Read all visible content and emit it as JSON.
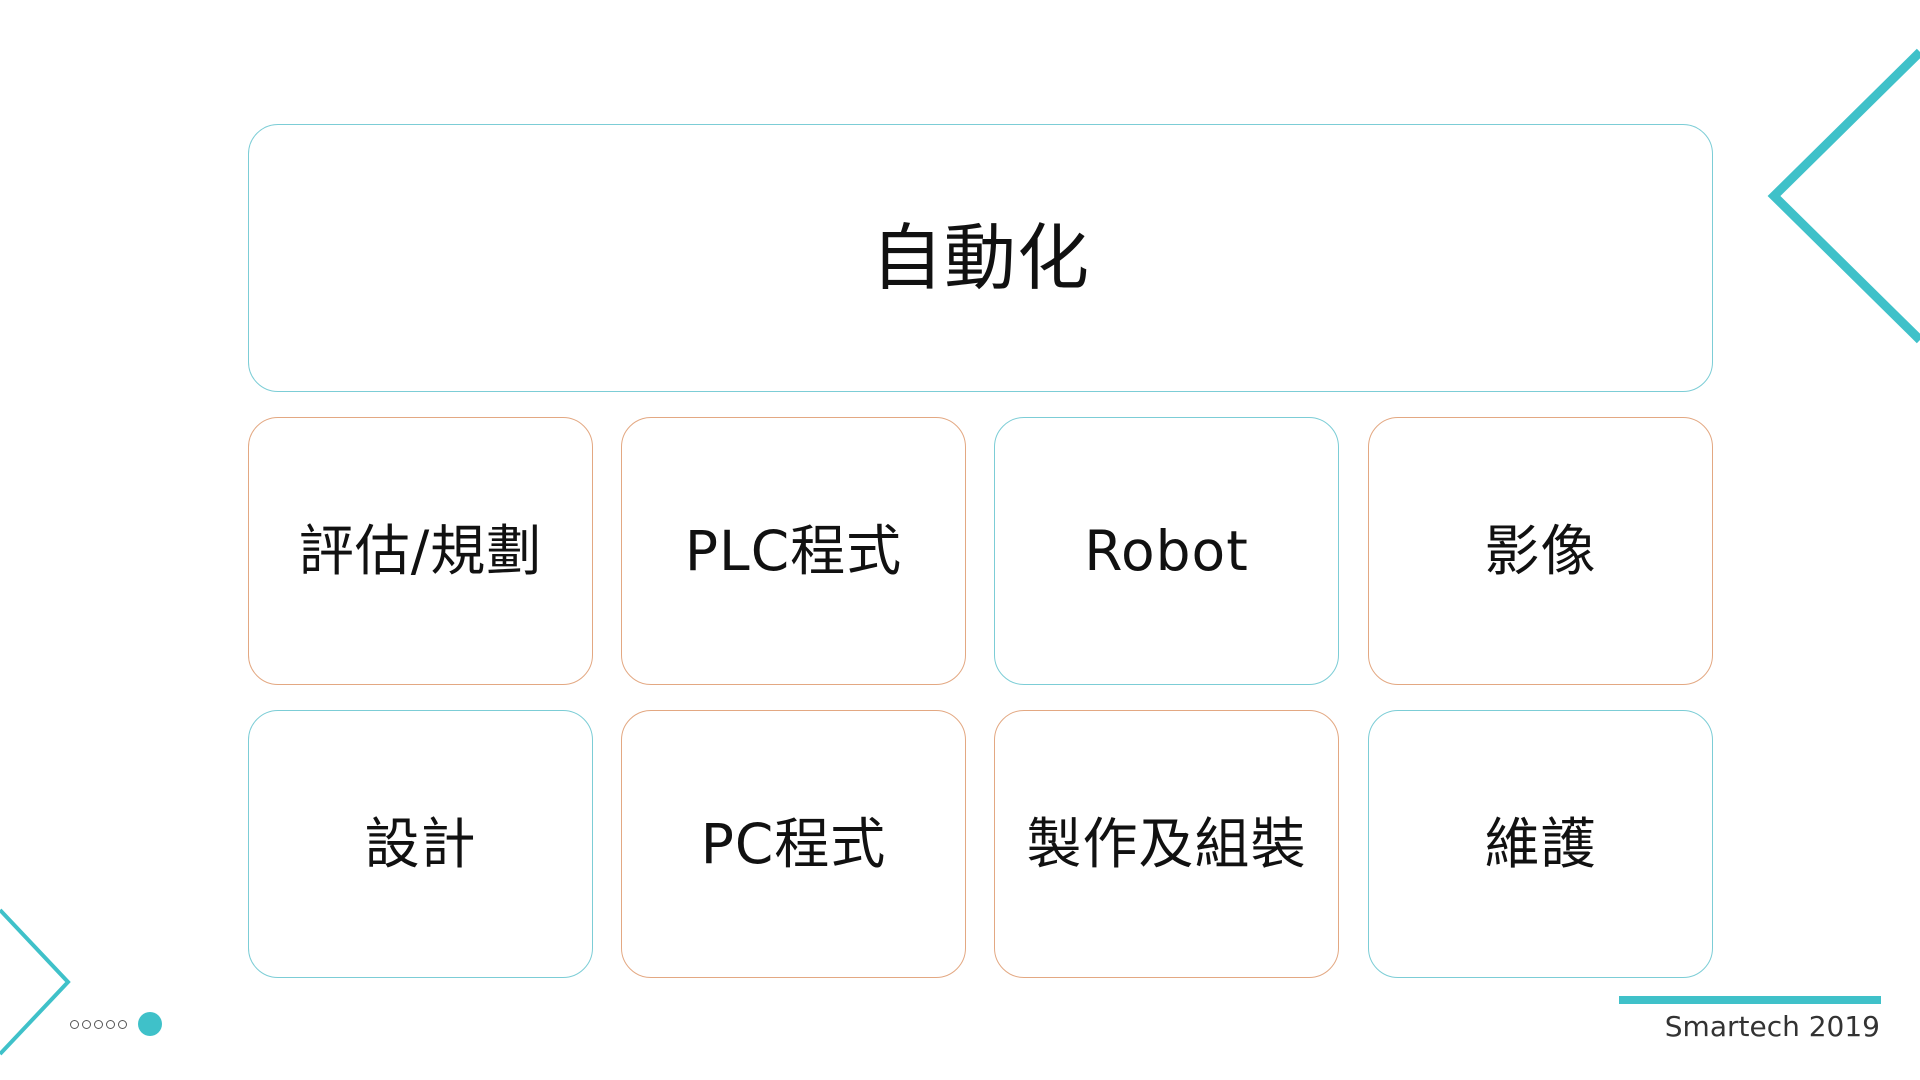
{
  "colors": {
    "accent": "#3fc1c9",
    "teal_border": "#7ccdd6",
    "orange_border": "#e3a882",
    "text": "#111111"
  },
  "diagram": {
    "top": {
      "label": "自動化",
      "border": "teal"
    },
    "row1": [
      {
        "label": "評估/規劃",
        "border": "orange"
      },
      {
        "label": "PLC程式",
        "border": "orange"
      },
      {
        "label": "Robot",
        "border": "teal"
      },
      {
        "label": "影像",
        "border": "orange"
      }
    ],
    "row2": [
      {
        "label": "設計",
        "border": "teal"
      },
      {
        "label": "PC程式",
        "border": "orange"
      },
      {
        "label": "製作及組裝",
        "border": "orange"
      },
      {
        "label": "維護",
        "border": "teal"
      }
    ]
  },
  "footer": {
    "text": "Smartech 2019",
    "pager": {
      "dots": 5,
      "current": 6
    }
  }
}
